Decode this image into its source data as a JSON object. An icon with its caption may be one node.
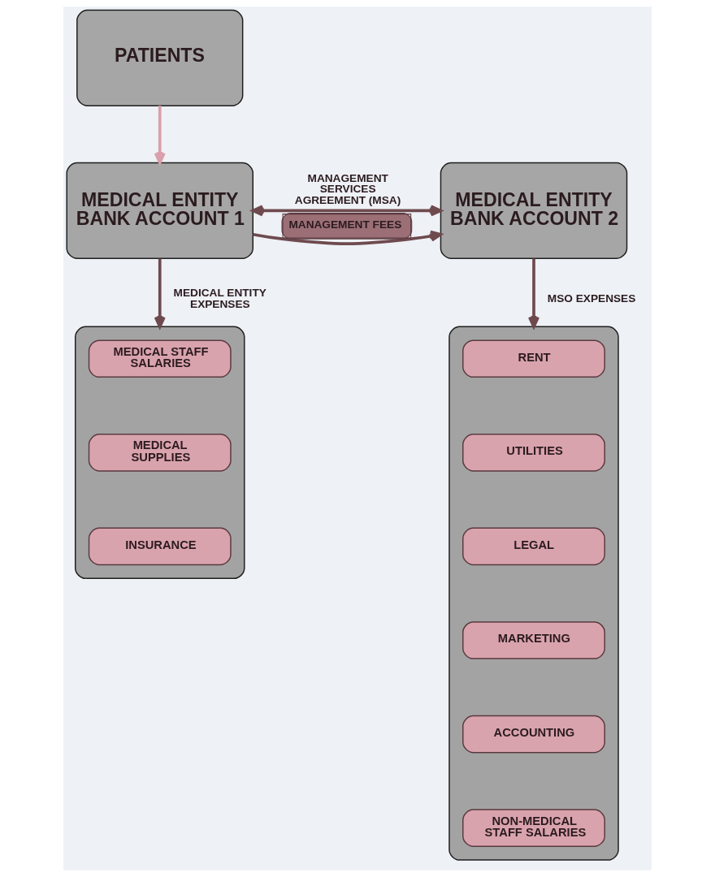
{
  "diagram": {
    "nodes": [
      {
        "text": [
          "PATIENTS"
        ]
      },
      {
        "text": [
          "MEDICAL ENTITY BANK ACCOUNT 1"
        ]
      },
      {
        "text": [
          "MEDICAL ENTITY BANK ACCOUNT 2"
        ]
      },
      {
        "text": [],
        "shape": "box"
      },
      {
        "text": [
          "MEDICAL STAFF SALARIES"
        ],
        "in": 3
      },
      {
        "text": [
          "MEDICAL SUPPLIES"
        ],
        "in": 3
      },
      {
        "text": [
          "INSURANCE"
        ],
        "in": 3
      },
      {
        "text": [],
        "shape": "box"
      },
      {
        "text": [
          "RENT"
        ],
        "in": 7
      },
      {
        "text": [
          "UTILITIES"
        ],
        "in": 7
      },
      {
        "text": [
          "LEGAL"
        ],
        "in": 7
      },
      {
        "text": [
          "MARKETING"
        ],
        "in": 7
      },
      {
        "text": [
          "ACCOUNTING"
        ],
        "in": 7
      },
      {
        "text": [
          "NON-MEDICAL STAFF SALARIES"
        ],
        "in": 7
      }
    ],
    "edges": [
      {
        "from": 0,
        "to": 1,
        "arrow": "to",
        "color": "#d9a0ab"
      },
      {
        "from": 1,
        "to": 2,
        "arrow": "both",
        "label": "MANAGEMENT SERVICES AGREEMENT (MSA)"
      },
      {
        "from": 1,
        "to": 2,
        "arrow": "to",
        "label": "MANAGEMENT FEES"
      },
      {
        "from": 1,
        "to": 3,
        "arrow": "to",
        "label": "MEDICAL ENTITY EXPENSES"
      },
      {
        "from": 2,
        "to": 7,
        "arrow": "to",
        "label": "MSO EXPENSES"
      }
    ]
  }
}
